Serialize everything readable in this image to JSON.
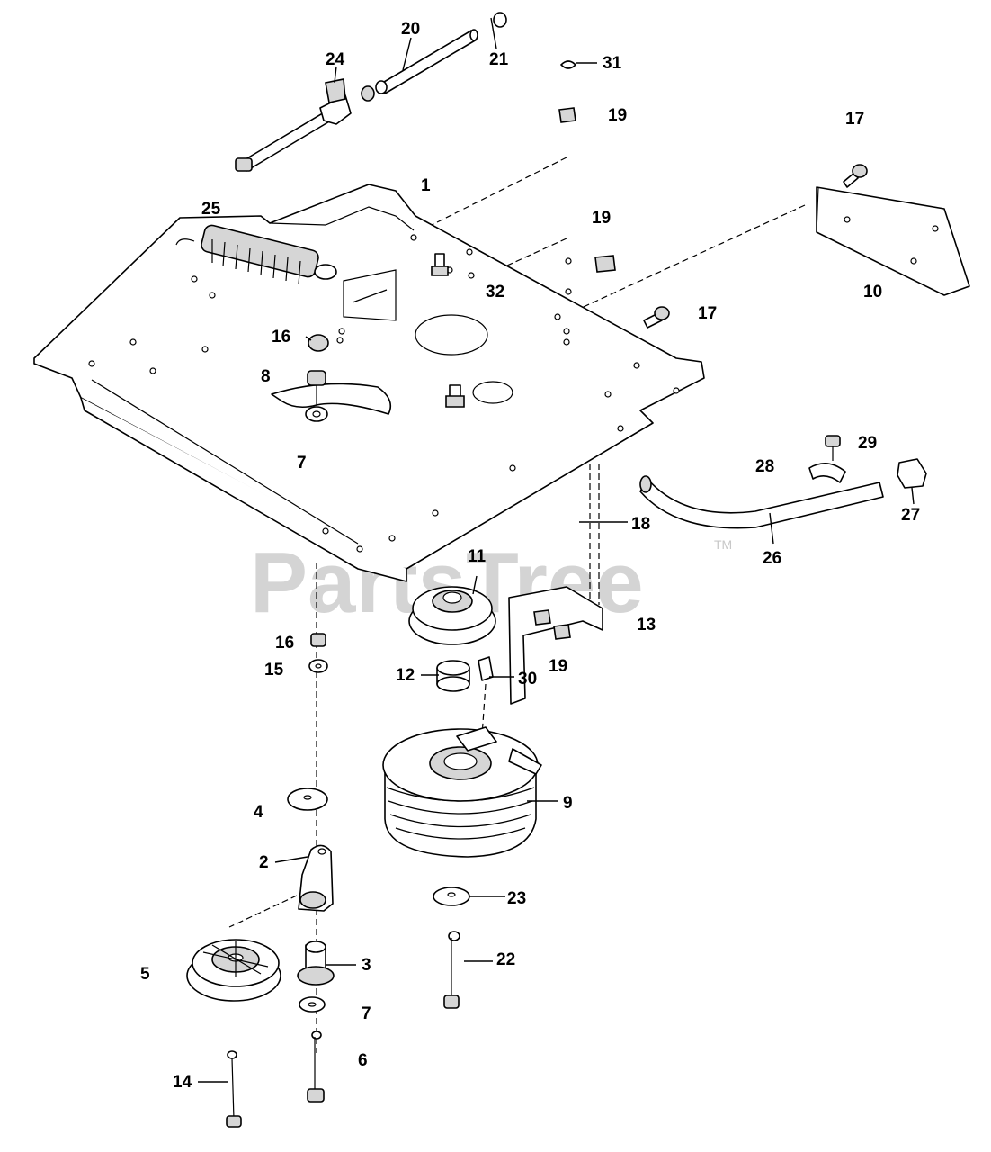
{
  "watermark": {
    "text": "PartsTree",
    "trademark": "TM"
  },
  "callouts": {
    "c20": "20",
    "c21": "21",
    "c24": "24",
    "c31": "31",
    "c19a": "19",
    "c17a": "17",
    "c1": "1",
    "c25": "25",
    "c19b": "19",
    "c32": "32",
    "c10": "10",
    "c17b": "17",
    "c16a": "16",
    "c8": "8",
    "c7a": "7",
    "c29": "29",
    "c28": "28",
    "c27": "27",
    "c18": "18",
    "c26": "26",
    "c11": "11",
    "c13": "13",
    "c16b": "16",
    "c15": "15",
    "c12": "12",
    "c30": "30",
    "c19c": "19",
    "c4": "4",
    "c9": "9",
    "c2": "2",
    "c23": "23",
    "c22": "22",
    "c5": "5",
    "c3": "3",
    "c7b": "7",
    "c6": "6",
    "c14": "14"
  }
}
